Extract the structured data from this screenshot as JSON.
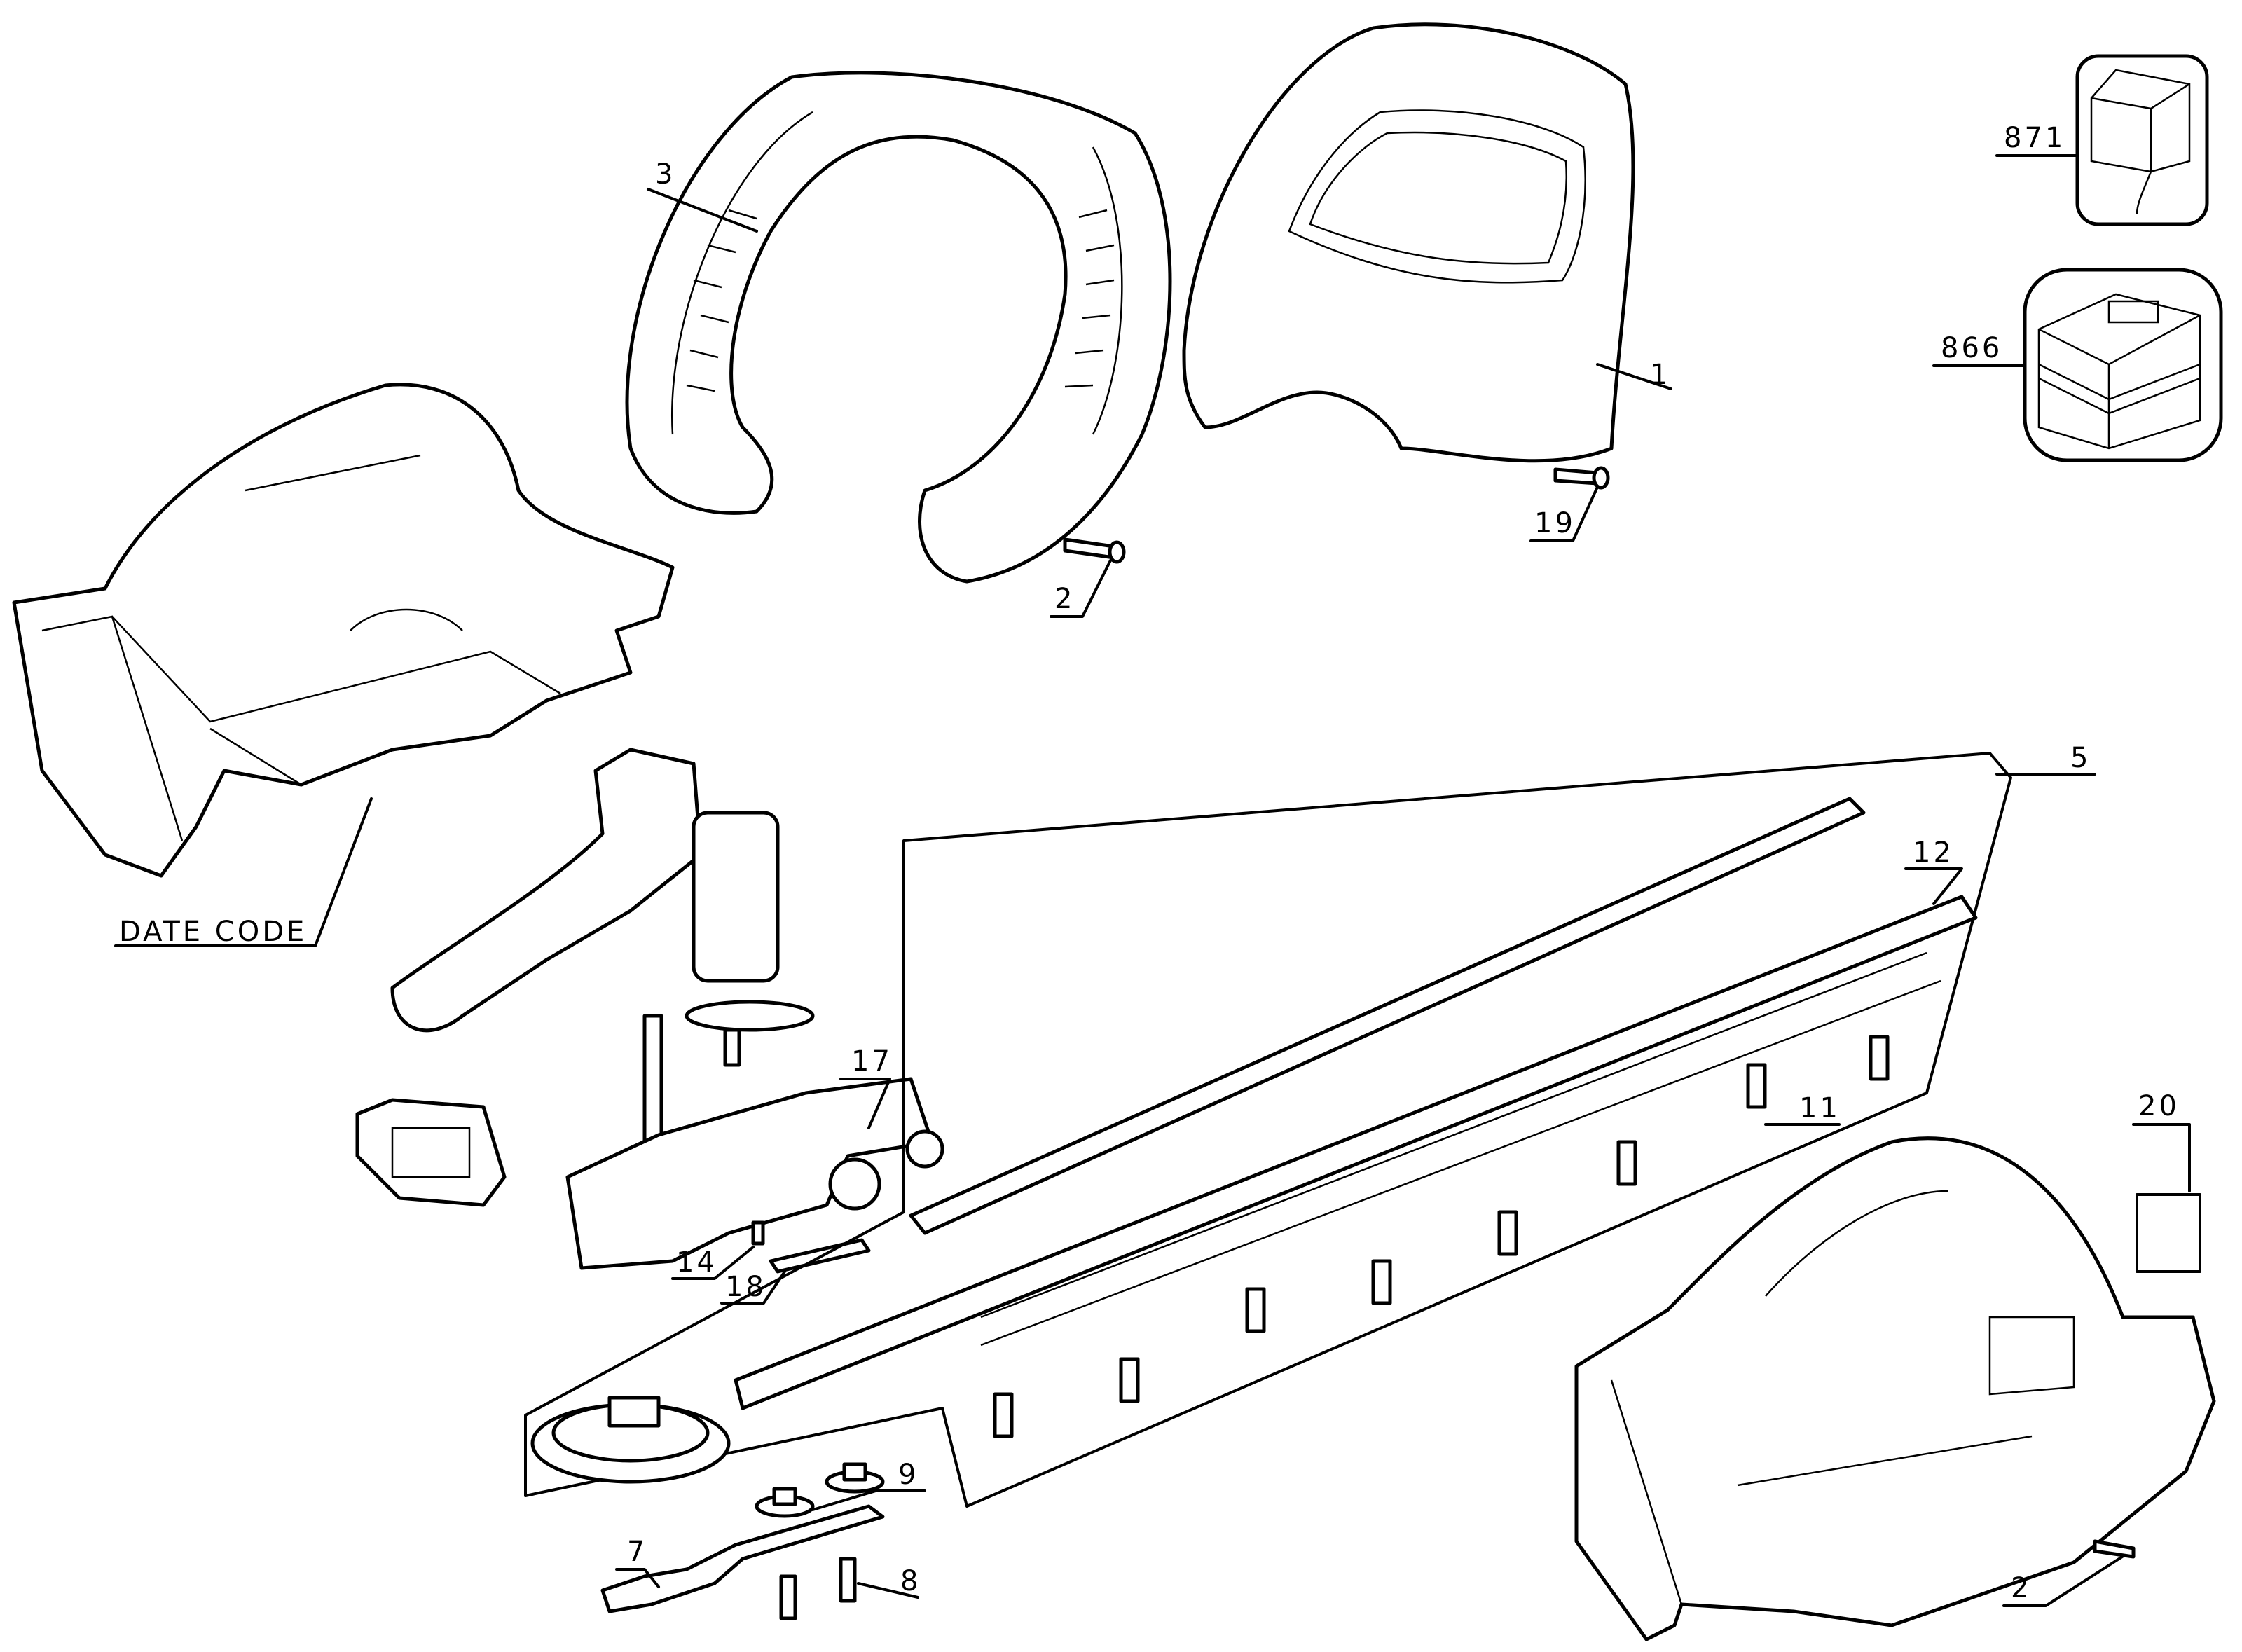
{
  "diagram": {
    "type": "exploded-parts-diagram",
    "labels": {
      "handle_loop": "3",
      "front_handle": "1",
      "charger": "871",
      "battery": "866",
      "pin_top": "2",
      "pin_19": "19",
      "date_code": "DATE CODE",
      "blade_assembly": "5",
      "blade": "12",
      "gearbox": "17",
      "bolt_11": "11",
      "screw_14": "14",
      "plate_18": "18",
      "label_20": "20",
      "washer_9": "9",
      "link_7": "7",
      "bolt_8": "8",
      "pin_bottom": "2"
    }
  }
}
